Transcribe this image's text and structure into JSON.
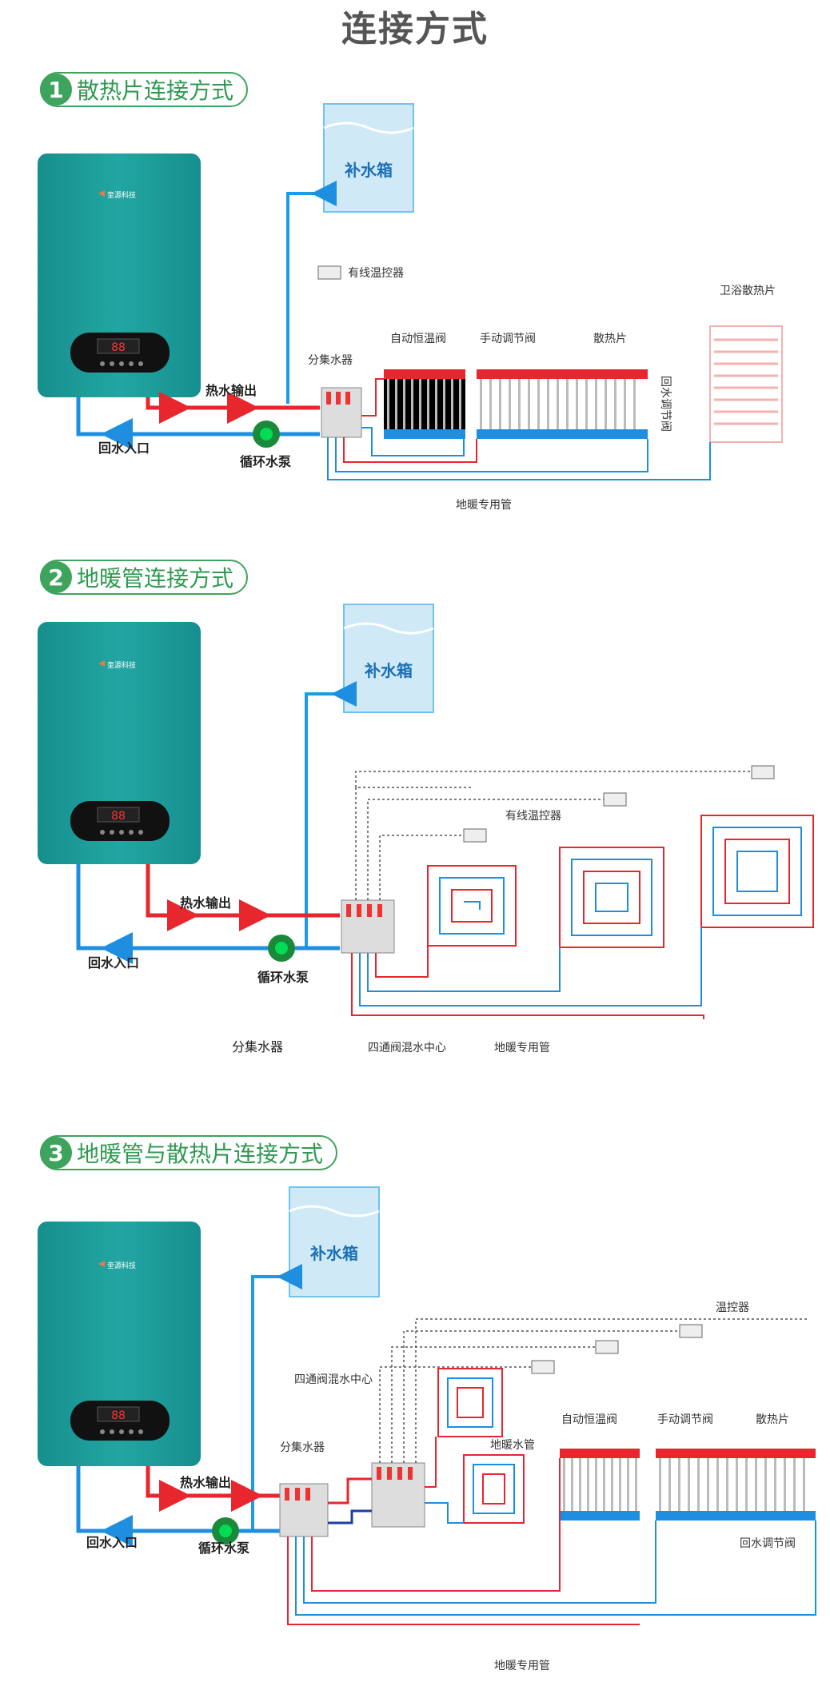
{
  "page_title": "连接方式",
  "colors": {
    "hot": "#e8262e",
    "cold": "#1e8fe0",
    "boiler": "#1f9f9d",
    "green": "#3da35d",
    "tank": "#cfe9f7"
  },
  "brand": "奎源科技",
  "display_digits": "88",
  "sections": [
    {
      "num": "1",
      "title": "散热片连接方式",
      "tank": "补水箱",
      "thermostat": "有线温控器",
      "manifold": "分集水器",
      "valve_auto": "自动恒温阀",
      "valve_manual": "手动调节阀",
      "radiator": "散热片",
      "return_valve": "回水调节阀",
      "bath": "卫浴散热片",
      "hot_out": "热水输出",
      "return_in": "回水入口",
      "pump": "循环水泵",
      "floor_pipe": "地暖专用管"
    },
    {
      "num": "2",
      "title": "地暖管连接方式",
      "tank": "补水箱",
      "thermostat": "有线温控器",
      "manifold": "分集水器",
      "mixing": "四通阀混水中心",
      "hot_out": "热水输出",
      "return_in": "回水入口",
      "pump": "循环水泵",
      "floor_pipe": "地暖专用管"
    },
    {
      "num": "3",
      "title": "地暖管与散热片连接方式",
      "tank": "补水箱",
      "thermostat": "温控器",
      "mixing": "四通阀混水中心",
      "manifold": "分集水器",
      "floor_tube": "地暖水管",
      "valve_auto": "自动恒温阀",
      "valve_manual": "手动调节阀",
      "radiator": "散热片",
      "return_valve": "回水调节阀",
      "hot_out": "热水输出",
      "return_in": "回水入口",
      "pump": "循环水泵",
      "floor_pipe": "地暖专用管"
    }
  ]
}
